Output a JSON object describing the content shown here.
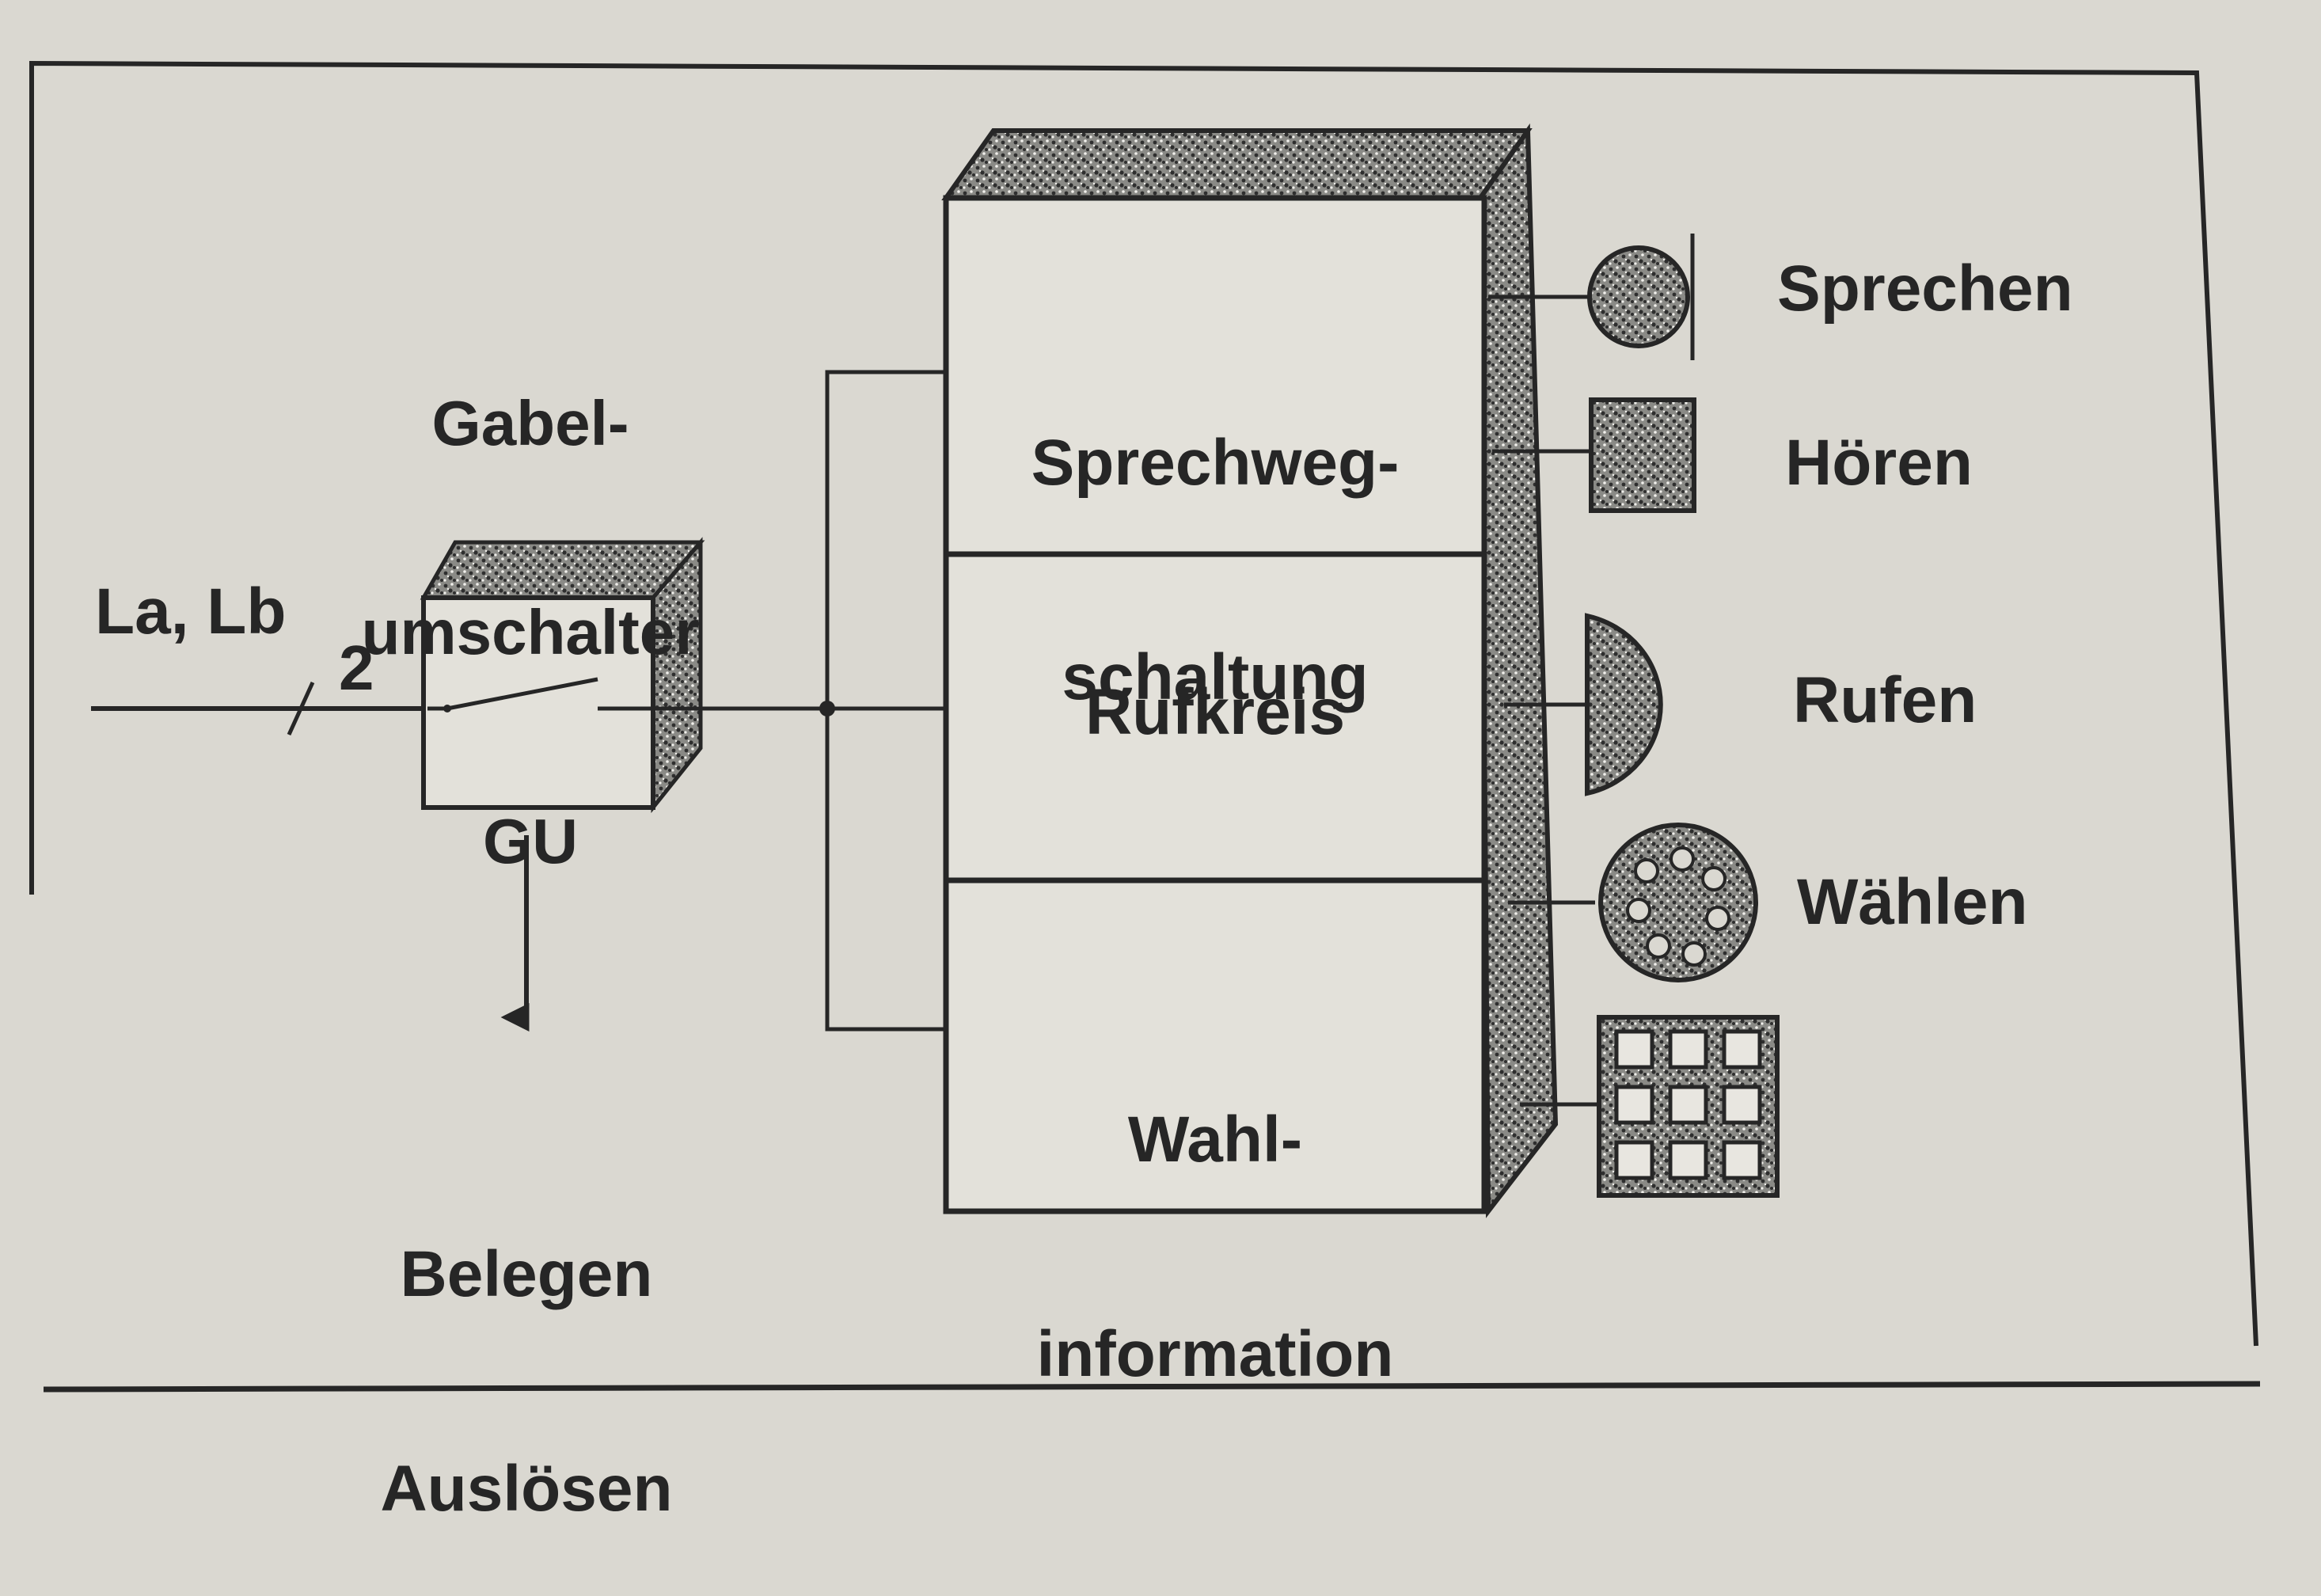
{
  "gabelumschalter": {
    "line1": "Gabel-",
    "line2": "umschalter",
    "line3": "GU"
  },
  "line": {
    "label": "La, Lb",
    "count": "2"
  },
  "action": {
    "line1": "Belegen",
    "line2": "Auslösen"
  },
  "blocks": {
    "sprechweg": {
      "line1": "Sprechweg-",
      "line2": "schaltung"
    },
    "rufkreis": {
      "line1": "Rufkreis"
    },
    "wahl": {
      "line1": "Wahl-",
      "line2": "information"
    }
  },
  "functions": {
    "sprechen": "Sprechen",
    "hoeren": "Hören",
    "rufen": "Rufen",
    "waehlen": "Wählen"
  },
  "icons": {
    "sprechen": "microphone-icon",
    "hoeren": "earpiece-icon",
    "rufen": "bell-icon",
    "waehlen": "rotary-dial-icon",
    "tastatur": "keypad-icon"
  },
  "colors": {
    "paper": "#dad8d1",
    "ink": "#262626",
    "stipple": "#4a4a4a"
  }
}
